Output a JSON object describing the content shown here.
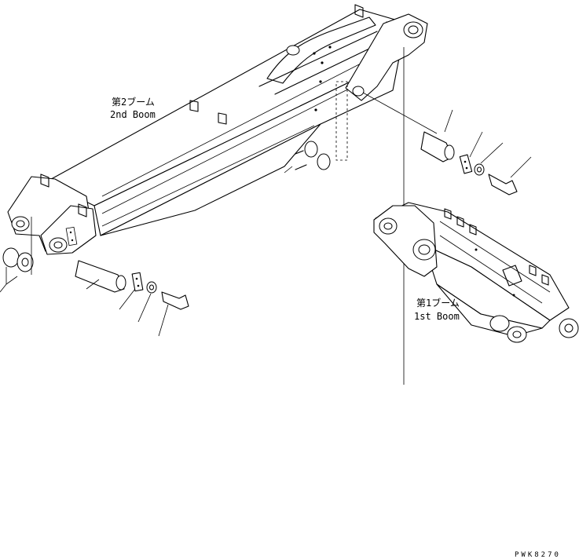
{
  "labels": {
    "second_boom_jp": "第2ブーム",
    "second_boom_en": "2nd Boom",
    "first_boom_jp": "第1ブーム",
    "first_boom_en": "1st Boom",
    "drawing_code": "PWK8270"
  }
}
